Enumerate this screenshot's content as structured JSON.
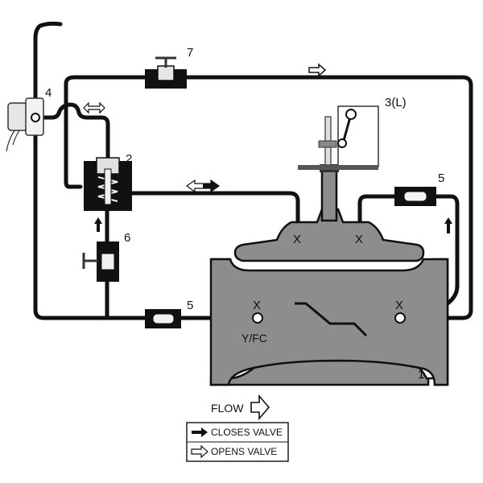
{
  "components": {
    "main_valve": "1",
    "pilot_control": "2",
    "limit_switch": "3(L)",
    "solenoid": "4",
    "restriction_left": "5",
    "restriction_right": "5",
    "cock": "6",
    "isolation_valve": "7"
  },
  "labels": {
    "port_mark": "X",
    "flow_connection": "Y/FC",
    "flow": "FLOW"
  },
  "legend": {
    "closes": "CLOSES VALVE",
    "opens": "OPENS VALVE"
  },
  "colors": {
    "pipe": "#111111",
    "valve_body": "#8d8d8d",
    "background": "#ffffff"
  }
}
